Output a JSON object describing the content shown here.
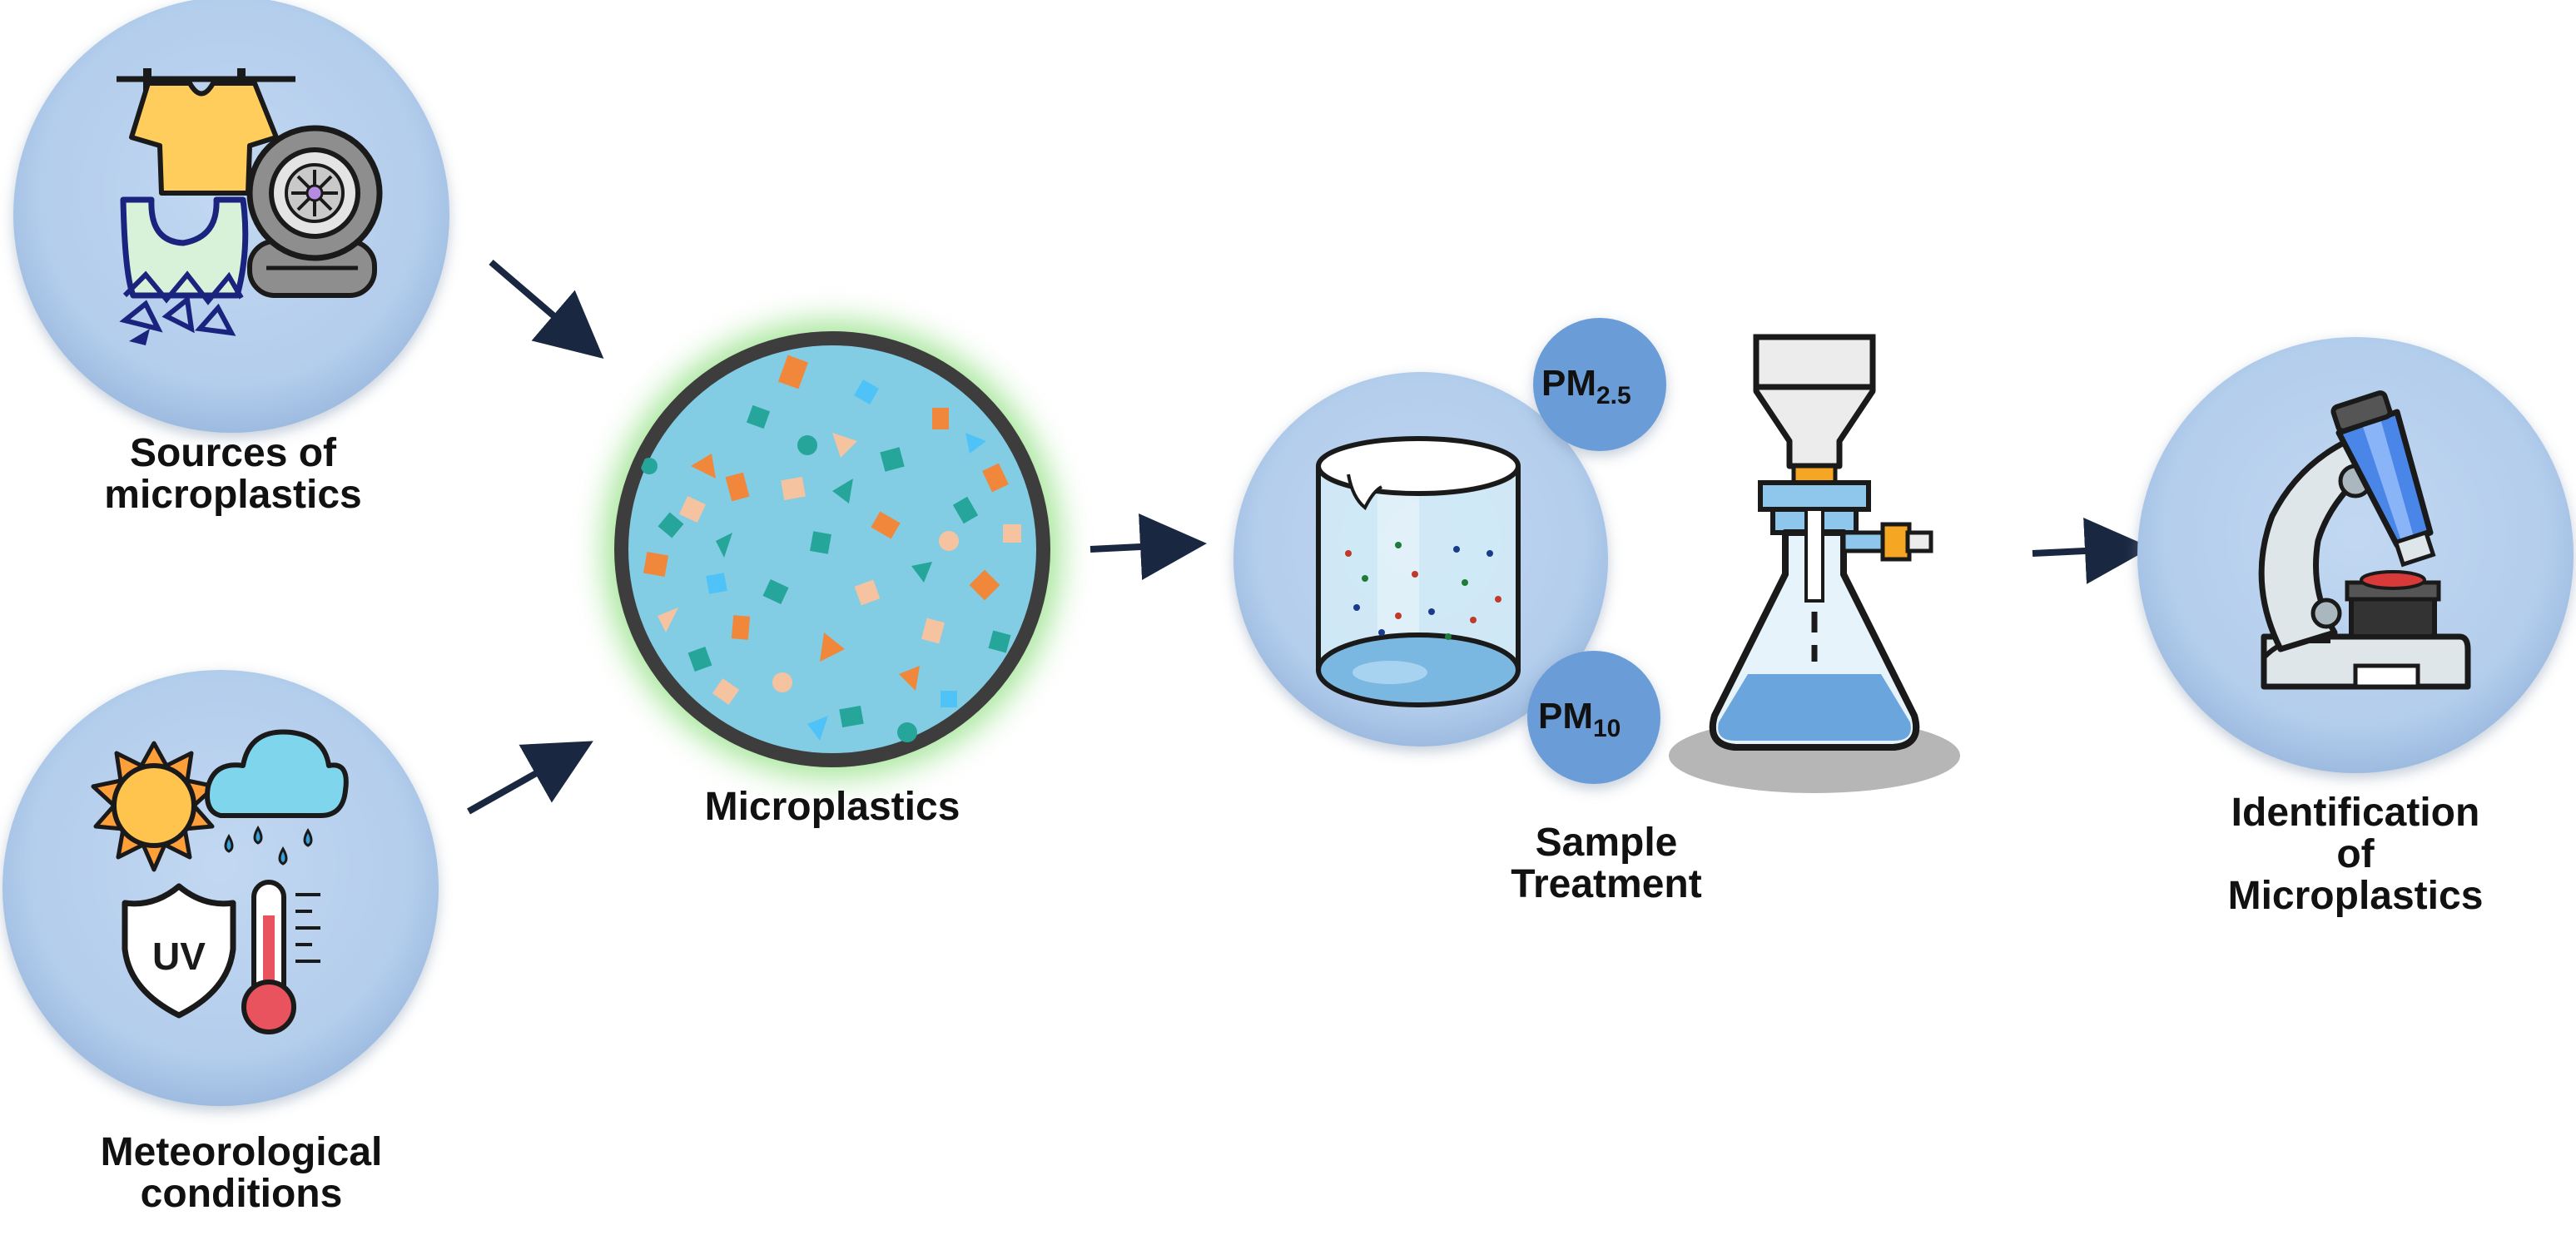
{
  "nodes": {
    "sources": {
      "line1": "Sources of",
      "line2": "microplastics"
    },
    "meteorological": {
      "line1": "Meteorological",
      "line2": "conditions"
    },
    "microplastics": {
      "label": "Microplastics"
    },
    "sample_treatment": {
      "line1": "Sample",
      "line2": "Treatment"
    },
    "identification": {
      "line1": "Identification",
      "line2": "of",
      "line3": "Microplastics"
    }
  },
  "particle_badges": {
    "pm25": {
      "main": "PM",
      "sub": "2.5"
    },
    "pm10": {
      "main": "PM",
      "sub": "10"
    }
  },
  "icons": {
    "uv_text": "UV"
  },
  "colors": {
    "circle_fill": "#b7d0ee",
    "badge_fill": "#6b9ed8",
    "arrow": "#1a2740",
    "petri_water": "#7fcce4",
    "petri_rim": "#3a3a3a",
    "glow": "#4cc23f"
  }
}
